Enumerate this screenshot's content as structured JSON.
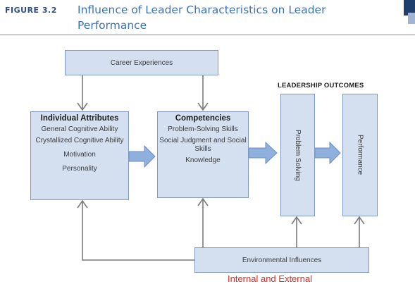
{
  "header": {
    "figure_label": "FIGURE 3.2",
    "title": "Influence of Leader Characteristics on Leader Performance"
  },
  "nodes": {
    "career_experiences": "Career Experiences",
    "individual_attributes": {
      "title": "Individual Attributes",
      "items": [
        "General Cognitive Ability",
        "Crystallized Cognitive Ability",
        "Motivation",
        "Personality"
      ]
    },
    "competencies": {
      "title": "Competencies",
      "items": [
        "Problem-Solving Skills",
        "Social Judgment and Social Skills",
        "Knowledge"
      ]
    },
    "leadership_outcomes_heading": "LEADERSHIP OUTCOMES",
    "problem_solving": "Problem Solving",
    "performance": "Performance",
    "environmental_influences": "Environmental Influences"
  },
  "annotation": "Internal and External",
  "colors": {
    "box_fill": "#d4dff0",
    "box_border": "#7d98c4",
    "block_arrow": "#8fb0dc",
    "connector": "#7a7a7a",
    "title_blue": "#3a72b8",
    "annotation_red": "#e0261d"
  }
}
